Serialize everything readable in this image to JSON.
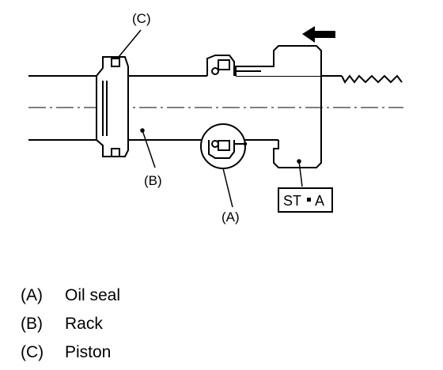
{
  "diagram": {
    "callouts": {
      "a": "(A)",
      "b": "(B)",
      "c": "(C)"
    },
    "tool_label": "ST",
    "tool_suffix": "A",
    "arrow": "left-arrow"
  },
  "legend": [
    {
      "key": "(A)",
      "text": "Oil seal"
    },
    {
      "key": "(B)",
      "text": "Rack"
    },
    {
      "key": "(C)",
      "text": "Piston"
    }
  ]
}
